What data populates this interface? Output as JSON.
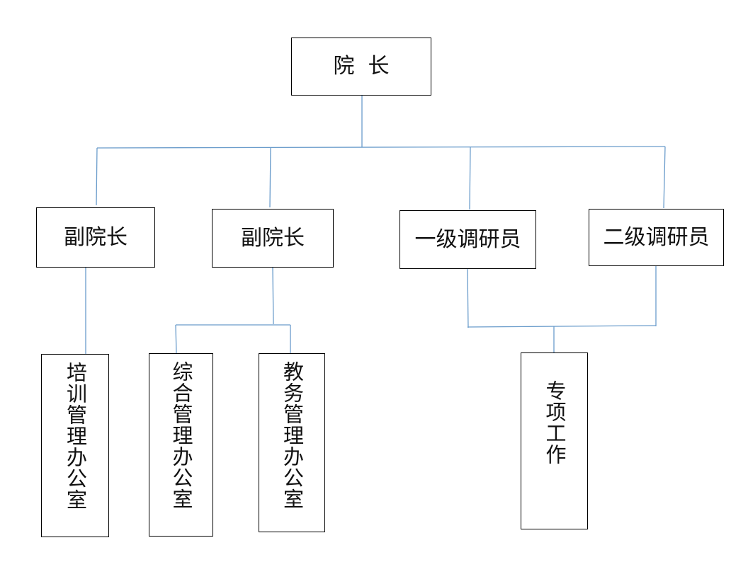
{
  "org": {
    "head": "院  长",
    "deputy_1": "副院长",
    "deputy_2": "副院长",
    "researcher_1": "一级调研员",
    "researcher_2": "二级调研员",
    "office_training": "培训管理办公室",
    "office_general": "综合管理办公室",
    "office_teaching": "教务管理办公室",
    "special_work": "专项工作"
  },
  "colors": {
    "connector": "#6a9ccb",
    "box_border": "#000000"
  }
}
